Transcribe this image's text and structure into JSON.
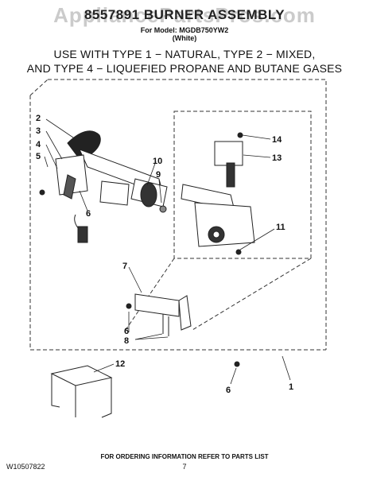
{
  "header": {
    "watermark": "AppliancePartsPros.com",
    "title": "8557891 BURNER ASSEMBLY",
    "model_line": "For Model: MGDB750YW2",
    "color_line": "(White)",
    "usage_line_1": "USE WITH TYPE 1 − NATURAL, TYPE 2 − MIXED,",
    "usage_line_2": "AND TYPE 4 − LIQUEFIED PROPANE AND BUTANE GASES"
  },
  "callouts": [
    "2",
    "3",
    "4",
    "5",
    "6",
    "10",
    "9",
    "14",
    "13",
    "11",
    "7",
    "6",
    "8",
    "12",
    "6",
    "1"
  ],
  "footer": {
    "doc_number": "W10507822",
    "ordering_info": "FOR ORDERING INFORMATION REFER TO PARTS LIST",
    "page_number": "7"
  }
}
